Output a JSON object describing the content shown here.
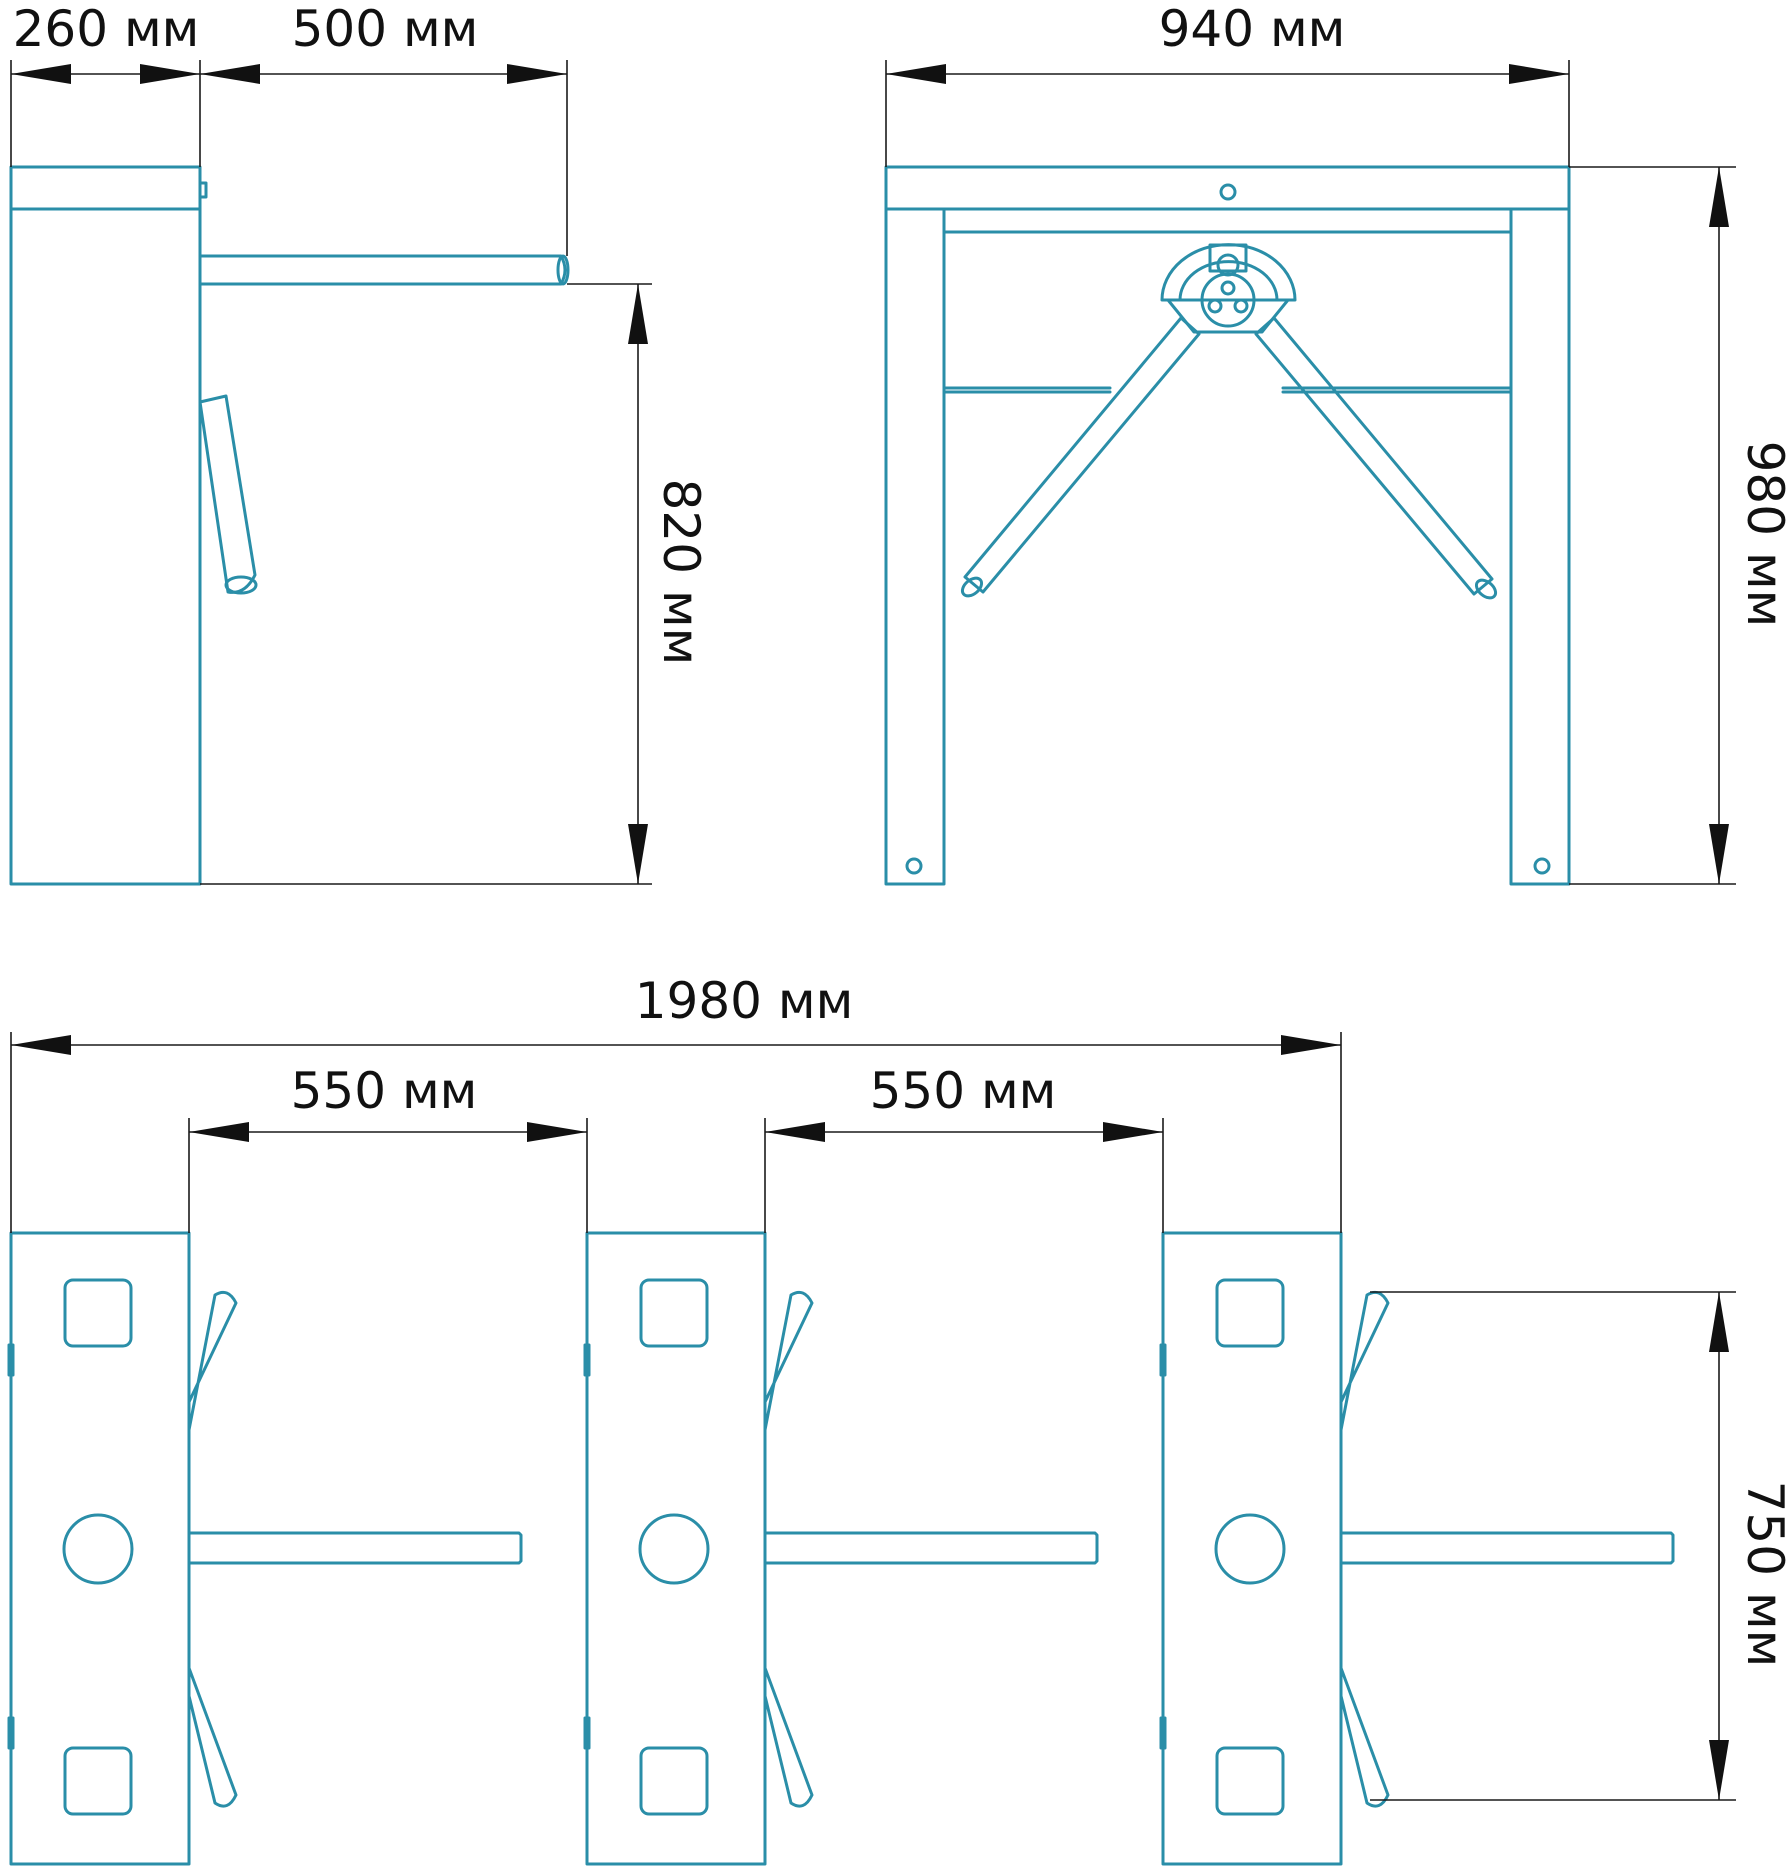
{
  "colors": {
    "line": "#2a8ea8",
    "dimension": "#1a1a1a",
    "background": "#ffffff"
  },
  "dimensions": {
    "side_depth": "260 мм",
    "side_arm_length": "500 мм",
    "side_arm_height": "820 мм",
    "front_width": "940 мм",
    "front_height": "980 мм",
    "plan_total_width": "1980 мм",
    "plan_passage_1": "550 мм",
    "plan_passage_2": "550 мм",
    "plan_depth": "750 мм"
  }
}
